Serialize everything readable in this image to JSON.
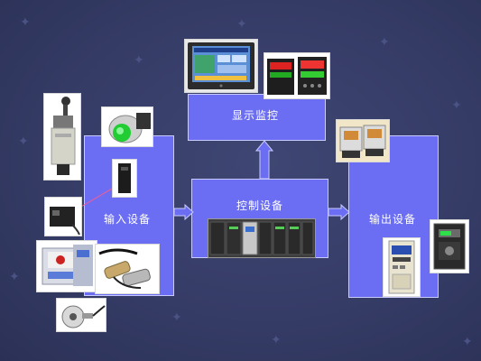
{
  "diagram": {
    "nodes": {
      "display": "显示监控",
      "input": "输入设备",
      "control": "控制设备",
      "output": "输出设备"
    },
    "colors": {
      "background": "#353c66",
      "box": "#6b6ef2",
      "box_border": "#c9cbff",
      "text": "#ffffff"
    },
    "images": [
      "hmi-touch-panel",
      "temperature-controllers",
      "limit-switch",
      "push-button",
      "photoelectric-sensor-black",
      "photoelectric-sensor-small",
      "proximity-sensor-box",
      "proximity-sensors-cylindrical",
      "rotary-encoder",
      "plc-rack",
      "relays",
      "servo-drive",
      "inverter"
    ]
  }
}
